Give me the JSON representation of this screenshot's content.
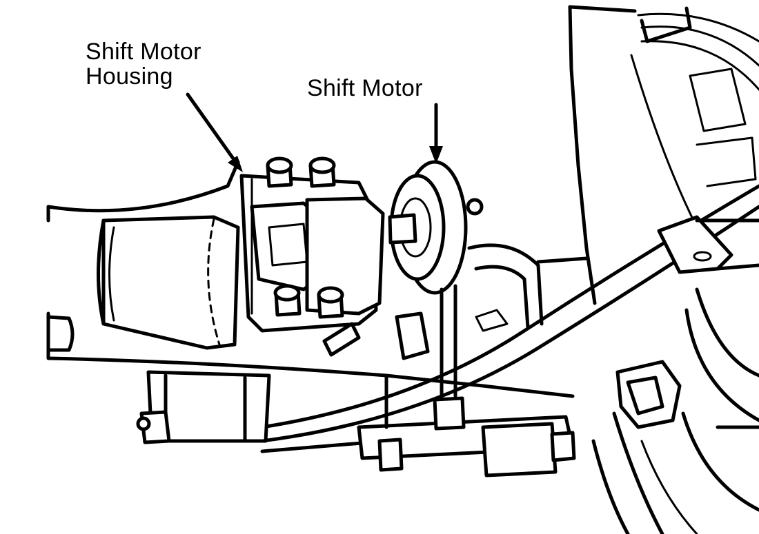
{
  "labels": {
    "shift_motor_housing_line1": "Shift Motor",
    "shift_motor_housing_line2": "Housing",
    "shift_motor": "Shift Motor"
  }
}
